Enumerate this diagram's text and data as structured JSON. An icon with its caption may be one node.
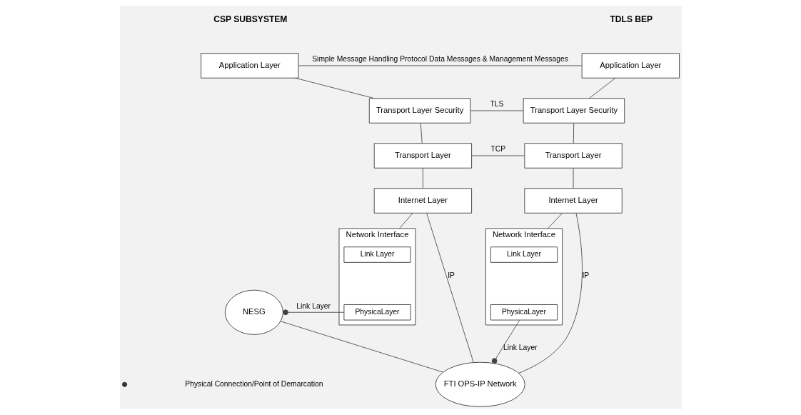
{
  "diagram": {
    "nodes": [
      {
        "text": [
          "Application Layer"
        ]
      },
      {
        "text": [
          "Transport Layer Security"
        ]
      },
      {
        "text": [
          "Transport Layer"
        ]
      },
      {
        "text": [
          "Internet Layer"
        ]
      },
      {
        "text": [
          "Network Interface"
        ]
      },
      {
        "text": [
          "Link Layer"
        ],
        "in": 4
      },
      {
        "text": [
          "PhysicaLayer"
        ],
        "in": 4
      },
      {
        "text": [
          "NESG"
        ]
      },
      {
        "text": [
          "FTI OPS-IP Network"
        ]
      },
      {
        "text": [
          "Application Layer"
        ]
      },
      {
        "text": [
          "Transport Layer Security"
        ]
      },
      {
        "text": [
          "Transport Layer"
        ]
      },
      {
        "text": [
          "Internet Layer"
        ]
      },
      {
        "text": [
          "Network Interface"
        ]
      },
      {
        "text": [
          "Link Layer"
        ],
        "in": 13
      },
      {
        "text": [
          "PhysicaLayer"
        ],
        "in": 13
      }
    ],
    "edges": [
      {
        "from": 0,
        "to": 9,
        "arrow": "none",
        "label": "Simple Message Handling Protocol Data Messages & Management Messages"
      },
      {
        "from": 0,
        "to": 1,
        "arrow": "none"
      },
      {
        "from": 9,
        "to": 10,
        "arrow": "none"
      },
      {
        "from": 1,
        "to": 10,
        "arrow": "none",
        "label": "TLS"
      },
      {
        "from": 1,
        "to": 2,
        "arrow": "none"
      },
      {
        "from": 10,
        "to": 11,
        "arrow": "none"
      },
      {
        "from": 2,
        "to": 11,
        "arrow": "none",
        "label": "TCP"
      },
      {
        "from": 2,
        "to": 3,
        "arrow": "none"
      },
      {
        "from": 11,
        "to": 12,
        "arrow": "none"
      },
      {
        "from": 3,
        "to": 8,
        "arrow": "none",
        "label": "IP"
      },
      {
        "from": 8,
        "to": 12,
        "arrow": "none",
        "label": "IP"
      },
      {
        "from": 3,
        "to": 4,
        "arrow": "none"
      },
      {
        "from": 12,
        "to": 13,
        "arrow": "none"
      },
      {
        "from": 6,
        "to": 7,
        "arrow": "other",
        "label": "Link Layer"
      },
      {
        "from": 7,
        "to": 8,
        "arrow": "none"
      },
      {
        "from": 15,
        "to": 8,
        "arrow": "other",
        "label": "Link Layer"
      }
    ],
    "labels": [
      "CSP SUBSYSTEM",
      "TDLS BEP"
    ],
    "legend": [
      {
        "text": "Physical Connection/Point of Demarcation"
      }
    ]
  }
}
